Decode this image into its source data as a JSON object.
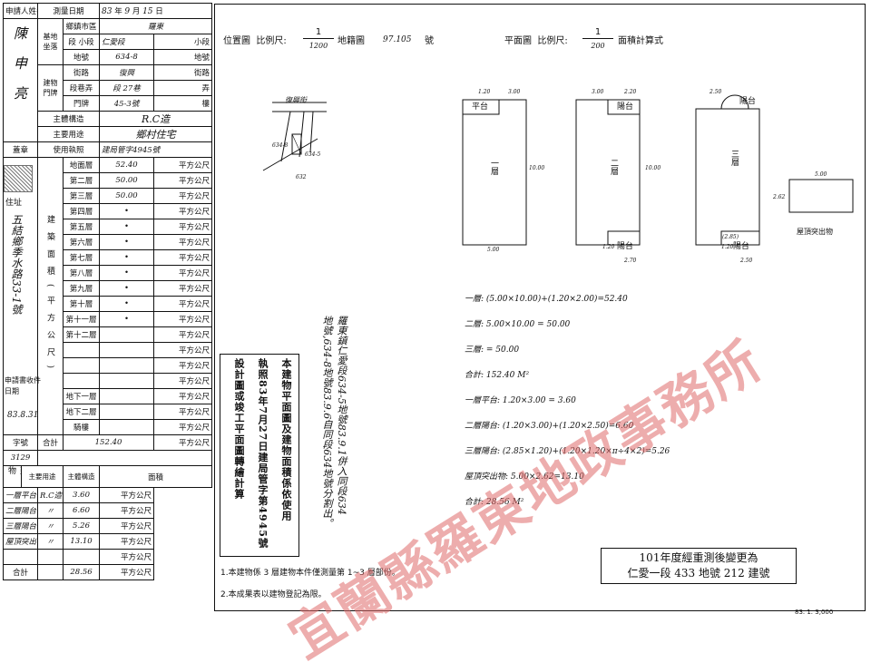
{
  "left_table": {
    "applicant_label": "申請人姓名",
    "applicant_name": "陳申亮",
    "seal_label": "蓋章",
    "address_label": "住址",
    "address_value": "五結鄉季水路33-1號",
    "apply_date_label": "申請書收件日期",
    "apply_date_value": "83.8.31",
    "doc_no_label": "字號",
    "doc_no_value": "3129",
    "survey_date_label": "測量日期",
    "survey_year": "83",
    "survey_month": "9",
    "survey_day": "15",
    "year_unit": "年",
    "month_unit": "月",
    "day_unit": "日",
    "land_lot_label": "基地坐落",
    "township_label": "鄉鎮市區",
    "township_value": "羅東",
    "section_label": "段 小段",
    "section_value": "仁愛段",
    "subsection_unit": "小段",
    "lot_label": "地號",
    "lot_value": "634-8",
    "lot_unit": "地號",
    "building_label": "建物門牌",
    "street_label": "街路",
    "street_value": "復興",
    "street_unit": "街路",
    "lane_label": "段巷弄",
    "lane_value": "段 27巷",
    "lane_unit": "弄",
    "number_label": "門牌",
    "number_value": "45-3號",
    "floor_unit": "樓",
    "structure_label": "主體構造",
    "structure_value": "R.C造",
    "use_label": "主要用途",
    "use_value": "鄉村住宅",
    "license_label": "使用執照",
    "license_value": "建局管字4945號",
    "floor_area_label": "建築面積(平方公尺)",
    "floors": [
      {
        "name": "地面層",
        "value": "52.40"
      },
      {
        "name": "第二層",
        "value": "50.00"
      },
      {
        "name": "第三層",
        "value": "50.00"
      },
      {
        "name": "第四層",
        "value": "•"
      },
      {
        "name": "第五層",
        "value": "•"
      },
      {
        "name": "第六層",
        "value": "•"
      },
      {
        "name": "第七層",
        "value": "•"
      },
      {
        "name": "第八層",
        "value": "•"
      },
      {
        "name": "第九層",
        "value": "•"
      },
      {
        "name": "第十層",
        "value": "•"
      },
      {
        "name": "第十一層",
        "value": "•"
      },
      {
        "name": "第十二層",
        "value": ""
      },
      {
        "name": "",
        "value": ""
      },
      {
        "name": "",
        "value": ""
      },
      {
        "name": "",
        "value": ""
      },
      {
        "name": "地下一層",
        "value": ""
      },
      {
        "name": "地下二層",
        "value": ""
      },
      {
        "name": "騎樓",
        "value": ""
      }
    ],
    "total_label": "合計",
    "total_value": "152.40",
    "area_unit": "平方公尺",
    "annex_label": "附屬建物",
    "annex_use_label": "主要用途",
    "annex_structure_label": "主體構造",
    "annex_area_label": "面積",
    "annex": [
      {
        "use": "一層平台",
        "structure": "R.C造",
        "area": "3.60"
      },
      {
        "use": "二層陽台",
        "structure": "〃",
        "area": "6.60"
      },
      {
        "use": "三層陽台",
        "structure": "〃",
        "area": "5.26"
      },
      {
        "use": "屋頂突出物",
        "structure": "〃",
        "area": "13.10"
      },
      {
        "use": "",
        "structure": "",
        "area": ""
      }
    ],
    "annex_total_label": "合計",
    "annex_total_value": "28.56"
  },
  "header": {
    "location_label": "位置圖",
    "scale_label": "比例尺:",
    "location_scale_num": "1",
    "location_scale_den": "1200",
    "map_label": "地籍圖",
    "map_value": "97.105",
    "map_unit": "號",
    "plan_label": "平面圖",
    "plan_scale_num": "1",
    "plan_scale_den": "200",
    "calc_label": "面積計算式"
  },
  "location_map": {
    "road": "復興街",
    "lot_a": "634-8",
    "lot_b": "634-5",
    "lot_c": "632"
  },
  "plans": [
    {
      "name": "一層",
      "top_label": "平台",
      "dims": [
        "1.20",
        "3.00",
        "10.00",
        "5.00"
      ]
    },
    {
      "name": "二層",
      "top_label": "陽台",
      "dims": [
        "3.00",
        "2.20",
        "10.00",
        "1.20",
        "2.70"
      ]
    },
    {
      "name": "三層",
      "top_label": "陽台",
      "dims": [
        "2.50",
        "1.20",
        "2.50",
        "(2.85)"
      ]
    },
    {
      "name": "屋頂突出物",
      "top_label": "",
      "dims": [
        "5.00",
        "2.62"
      ]
    }
  ],
  "calc_lines": [
    "一層: (5.00×10.00)+(1.20×2.00)=52.40",
    "二層: 5.00×10.00 = 50.00",
    "三層:               = 50.00",
    "合計: 152.40 M²",
    "一層平台: 1.20×3.00 = 3.60",
    "二層陽台: (1.20×3.00)+(1.20×2.50)=6.60",
    "三層陽台: (2.85×1.20)+(1.20×1.20×π÷4×2)=5.26",
    "屋頂突出物: 5.00×2.62=13.10",
    "合計: 28.56 M²"
  ],
  "vertical_note": {
    "line1": "羅東鎮仁愛段634-5地號83.9.1併入同段634",
    "line2": "地號,634-8地號83.9.6自同段634地號分割出。"
  },
  "certify": {
    "col1": "本建物平面圖及建物面積係依使用",
    "col2": "執照83年7月27日建局管字第4945號",
    "col3": "設計圖或竣工平面圖轉繪計算"
  },
  "notes": [
    "1.本建物係 3 層建物本件僅測量第 1~3 層部份。",
    "2.本成果表以建物登記為限。"
  ],
  "stamp_box": {
    "line1": "101年度經重測後變更為",
    "line2": "仁愛一段 433 地號 212 建號"
  },
  "stamp_text": "宜蘭縣羅東地政事務所",
  "footer": "83. 1. 3,000"
}
